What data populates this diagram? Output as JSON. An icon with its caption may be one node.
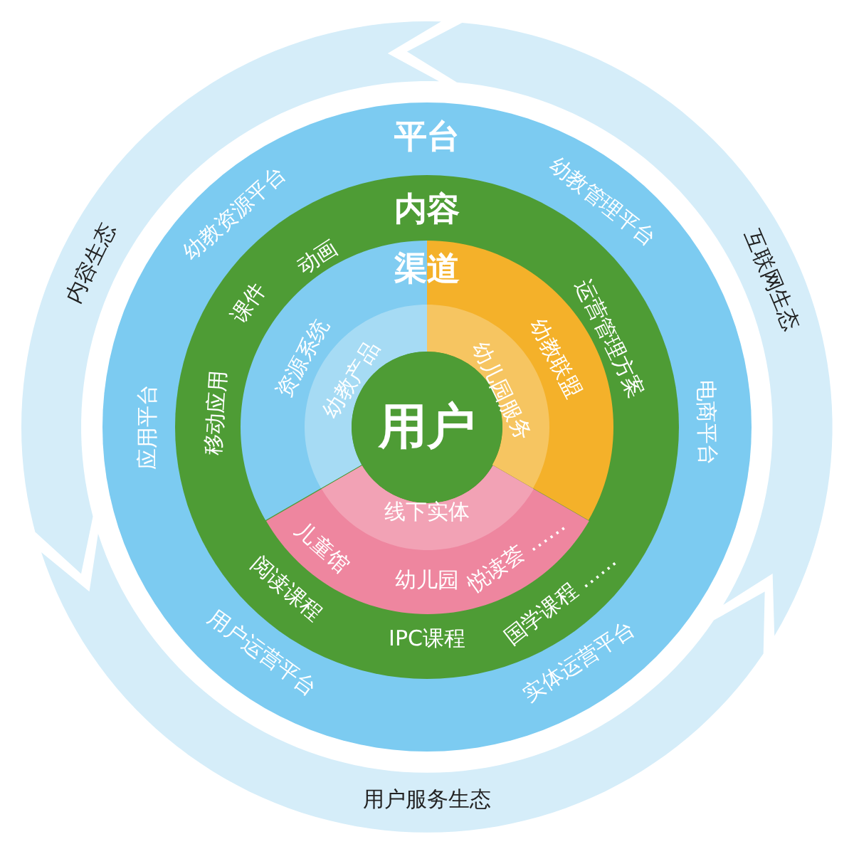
{
  "diagram": {
    "nodes": [
      {
        "text": [
          "内容生态"
        ]
      },
      {
        "text": [
          "互联网生态"
        ]
      },
      {
        "text": [
          "用户服务生态"
        ]
      },
      {
        "text": [
          "平台",
          "幼教资源平台",
          "幼教管理平台",
          "应用平台",
          "电商平台",
          "用户运营平台",
          "实体运营平台"
        ]
      },
      {
        "text": [
          "内容",
          "动画",
          "课件",
          "运营管理方案",
          "移动应用",
          "阅读课程",
          "IPC课程",
          "国学课程 ……"
        ],
        "in": 3
      },
      {
        "text": [
          "渠道"
        ],
        "in": 4
      },
      {
        "text": [
          "资源系统"
        ],
        "in": 5
      },
      {
        "text": [
          "幼教产品"
        ],
        "in": 6
      },
      {
        "text": [
          "幼教联盟"
        ],
        "in": 5
      },
      {
        "text": [
          "幼儿园服务"
        ],
        "in": 8
      },
      {
        "text": [
          "儿童馆",
          "幼儿园",
          "悦读荟 ……"
        ],
        "in": 5
      },
      {
        "text": [
          "线下实体"
        ],
        "in": 10
      },
      {
        "text": [
          "用户"
        ],
        "in": 5
      }
    ]
  }
}
